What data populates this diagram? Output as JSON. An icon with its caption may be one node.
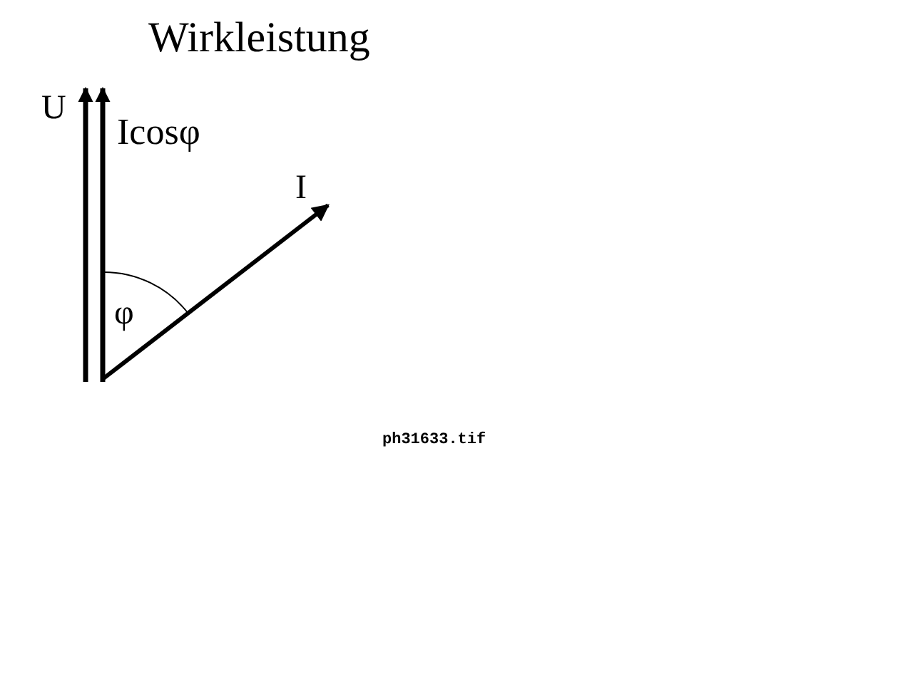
{
  "diagram": {
    "title": "Wirkleistung",
    "labels": [
      "U",
      "Icosφ",
      "I",
      "φ",
      "ph31633.tif"
    ]
  }
}
